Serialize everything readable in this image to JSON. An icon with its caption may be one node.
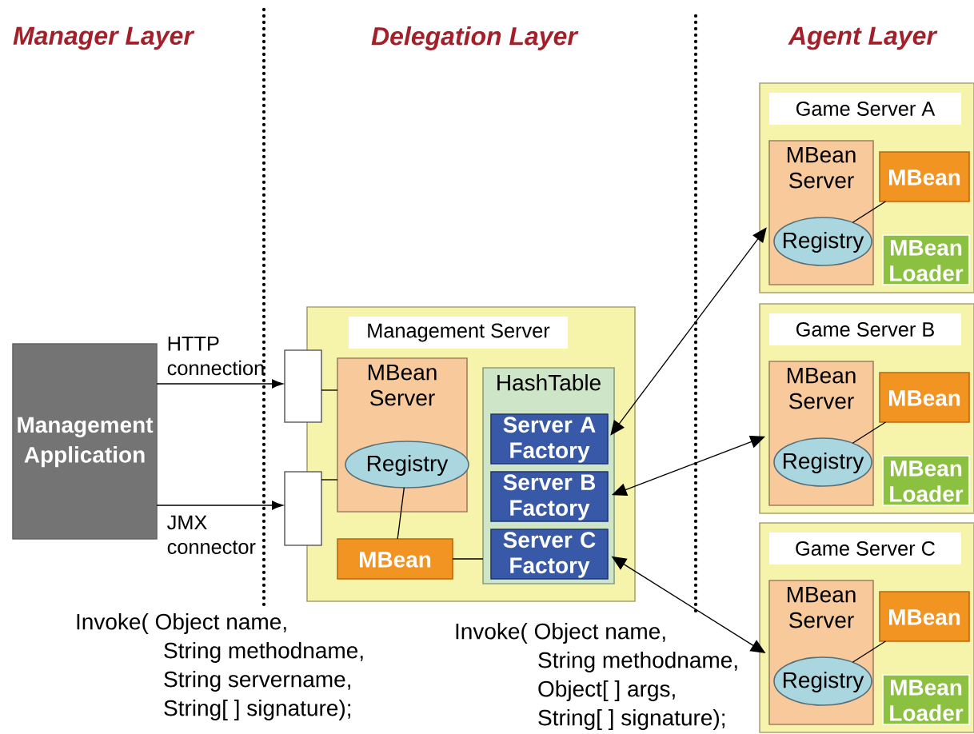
{
  "diagram": {
    "nodes": [
      {
        "text": [
          "Management Application"
        ]
      },
      {
        "text": [
          "Management Server"
        ]
      },
      {
        "text": [],
        "shape": "box"
      },
      {
        "text": [],
        "shape": "box"
      },
      {
        "text": [
          "MBean Server"
        ],
        "in": 1
      },
      {
        "text": [
          "Registry"
        ],
        "in": 4
      },
      {
        "text": [
          "MBean"
        ],
        "in": 1
      },
      {
        "text": [
          "HashTable"
        ],
        "in": 1
      },
      {
        "text": [
          "Server A Factory"
        ],
        "in": 7
      },
      {
        "text": [
          "Server B Factory"
        ],
        "in": 7
      },
      {
        "text": [
          "Server C Factory"
        ],
        "in": 7
      },
      {
        "text": [
          "Game Server A"
        ]
      },
      {
        "text": [
          "MBean Server"
        ],
        "in": 11
      },
      {
        "text": [
          "Registry"
        ],
        "in": 12
      },
      {
        "text": [
          "MBean"
        ],
        "in": 11
      },
      {
        "text": [
          "MBean Loader"
        ],
        "in": 11
      },
      {
        "text": [
          "Game Server B"
        ]
      },
      {
        "text": [
          "MBean Server"
        ],
        "in": 16
      },
      {
        "text": [
          "Registry"
        ],
        "in": 17
      },
      {
        "text": [
          "MBean"
        ],
        "in": 16
      },
      {
        "text": [
          "MBean Loader"
        ],
        "in": 16
      },
      {
        "text": [
          "Game Server C"
        ]
      },
      {
        "text": [
          "MBean Server"
        ],
        "in": 21
      },
      {
        "text": [
          "Registry"
        ],
        "in": 22
      },
      {
        "text": [
          "MBean"
        ],
        "in": 21
      },
      {
        "text": [
          "MBean Loader"
        ],
        "in": 21
      }
    ],
    "edges": [
      {
        "from": 0,
        "to": 2,
        "arrow": "to",
        "label": "HTTP connection"
      },
      {
        "from": 0,
        "to": 3,
        "arrow": "to",
        "label": "JMX connector"
      },
      {
        "from": 2,
        "to": 4,
        "arrow": "none"
      },
      {
        "from": 3,
        "to": 4,
        "arrow": "none"
      },
      {
        "from": 5,
        "to": 6,
        "arrow": "none"
      },
      {
        "from": 6,
        "to": 7,
        "arrow": "none"
      },
      {
        "from": 8,
        "to": 12,
        "arrow": "both"
      },
      {
        "from": 9,
        "to": 17,
        "arrow": "both"
      },
      {
        "from": 10,
        "to": 22,
        "arrow": "both"
      },
      {
        "from": 13,
        "to": 14,
        "arrow": "none"
      },
      {
        "from": 18,
        "to": 19,
        "arrow": "none"
      },
      {
        "from": 23,
        "to": 24,
        "arrow": "none"
      }
    ],
    "labels": [
      "Manager Layer",
      "Delegation Layer",
      "Agent Layer",
      "Invoke( Object name,",
      "String methodname,",
      "String servername,",
      "String[ ] signature);",
      "Invoke( Object name,",
      "String methodname,",
      "Object[ ] args,",
      "String[ ] signature);"
    ]
  }
}
